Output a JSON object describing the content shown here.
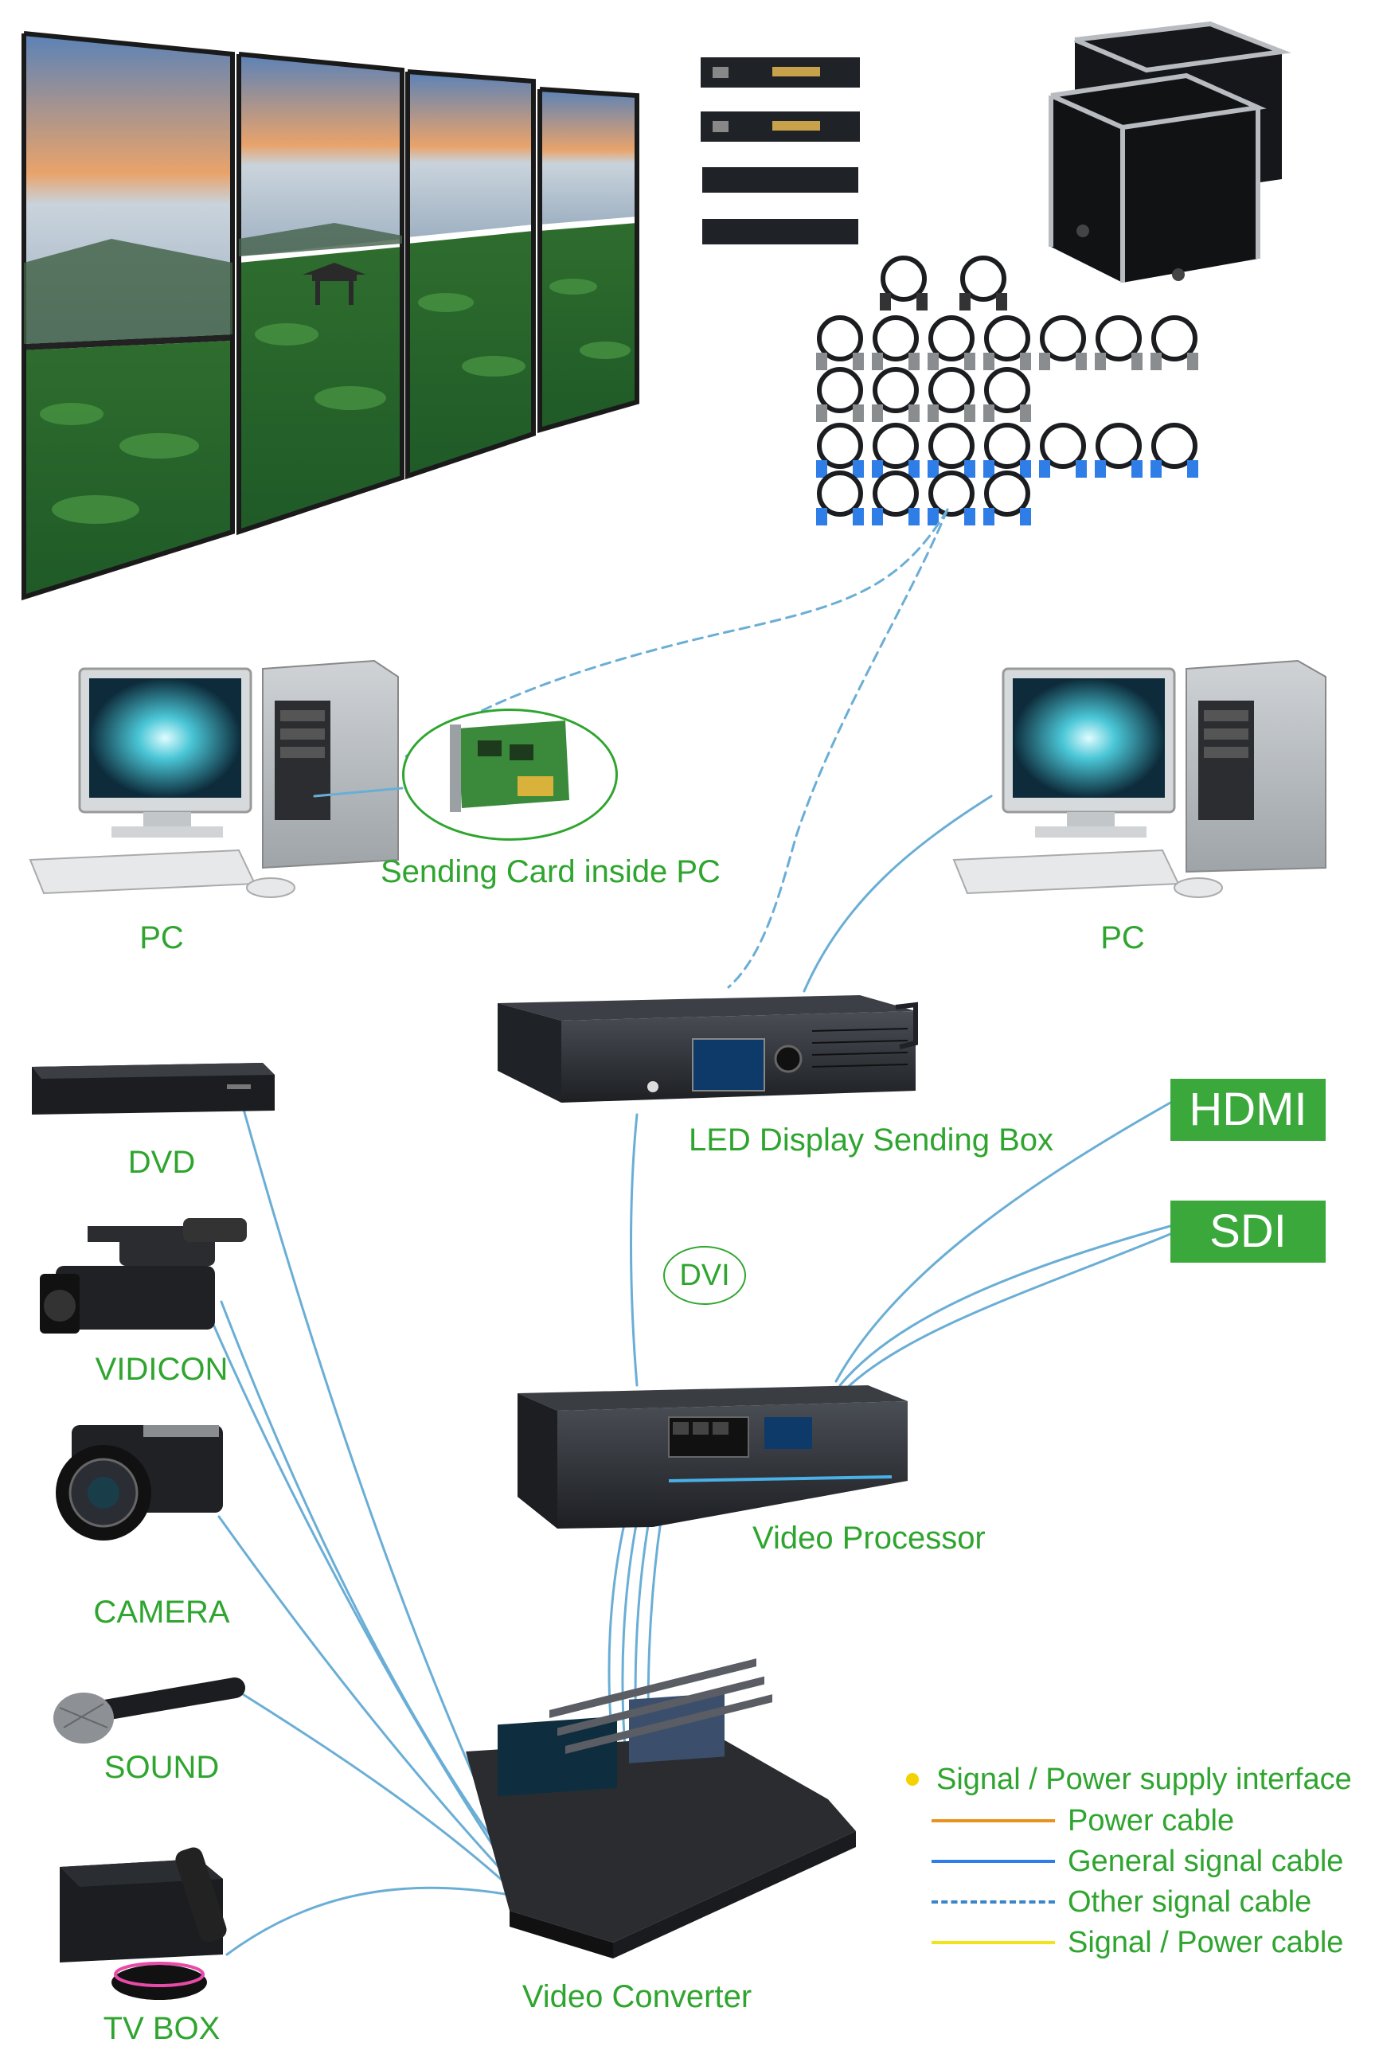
{
  "labels": {
    "sending_card": "Sending Card inside PC",
    "pc_left": "PC",
    "pc_right": "PC",
    "dvd": "DVD",
    "sending_box": "LED Display Sending Box",
    "vidicon": "VIDICON",
    "camera": "CAMERA",
    "video_processor": "Video Processor",
    "sound": "SOUND",
    "tv_box": "TV BOX",
    "video_converter": "Video Converter",
    "dvi": "DVI"
  },
  "badges": {
    "hdmi": "HDMI",
    "sdi": "SDI"
  },
  "legend": {
    "title": "Signal / Power supply interface",
    "items": [
      {
        "label": "Power cable",
        "color": "#e8931e",
        "style": "solid"
      },
      {
        "label": "General signal cable",
        "color": "#2f7ee8",
        "style": "solid"
      },
      {
        "label": "Other signal cable",
        "color": "#3a86c8",
        "style": "dashed"
      },
      {
        "label": "Signal / Power cable",
        "color": "#f2e21a",
        "style": "solid"
      }
    ]
  },
  "colors": {
    "label_green": "#2fa52f",
    "badge_green": "#3aa83a",
    "cable_blue": "#6aaed6",
    "device_dark": "#2a2d32"
  }
}
